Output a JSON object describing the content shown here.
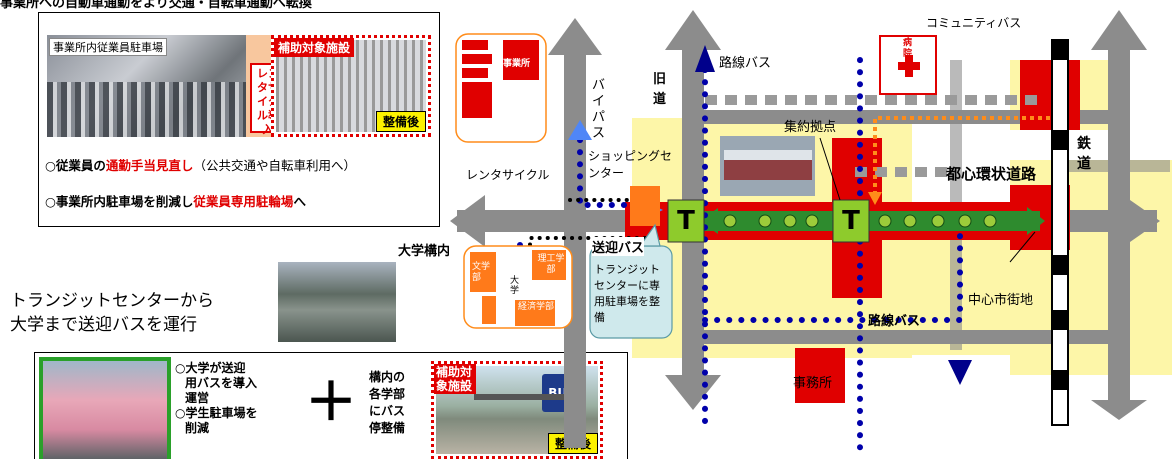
{
  "top_heading": "事業所への自動車通勤をより交通・自転車通勤へ転換",
  "employer_box": {
    "photo_title": "事業所内従業員駐車場",
    "arrow_label": "レンタサイクル導入",
    "target_label": "補助対象施設",
    "after_label": "整備後",
    "line1_prefix": "○従業員の",
    "line1_highlight": "通勤手当見直し",
    "line1_suffix": "（公共交通や自転車利用へ）",
    "line2_prefix": "○事業所内駐車場を削減し",
    "line2_highlight": "従業員専用駐輪場",
    "line2_suffix": "へ"
  },
  "university_caption": [
    "トランジットセンターから",
    "大学まで送迎バスを運行"
  ],
  "bus_box": {
    "left_text": [
      "○大学が送迎",
      "用バスを導入",
      "運営",
      "○学生駐車場を",
      "削減"
    ],
    "plus": "＋",
    "mid_text": [
      "構内の",
      "各学部",
      "にバス",
      "停整備"
    ],
    "target_label": "補助対象施設",
    "after_label": "整備後",
    "sign": "BUS"
  },
  "map": {
    "labels": {
      "jigyosho_small": "事業所",
      "bypass": "バイパス",
      "rental_cycle": "レンタサイクル",
      "shopping": "ショッピングセンター",
      "university": "大学構内",
      "lit": "文学部",
      "sci": "理工学部",
      "univ": "大学",
      "econ": "経済学部",
      "shuttle": "送迎バス",
      "transit_note": "トランジットセンターに専用駐車場を整備",
      "route_bus_top": "路線バス",
      "old_road": "旧道",
      "hospital": "病院",
      "community_bus": "コミュニティバス",
      "hub": "集約拠点",
      "ring_road": "都心環状道路",
      "railway": "鉄道",
      "downtown": "中心市街地",
      "route_bus_bottom": "路線バス",
      "office": "事務所",
      "t1": "T",
      "t2": "T"
    }
  }
}
